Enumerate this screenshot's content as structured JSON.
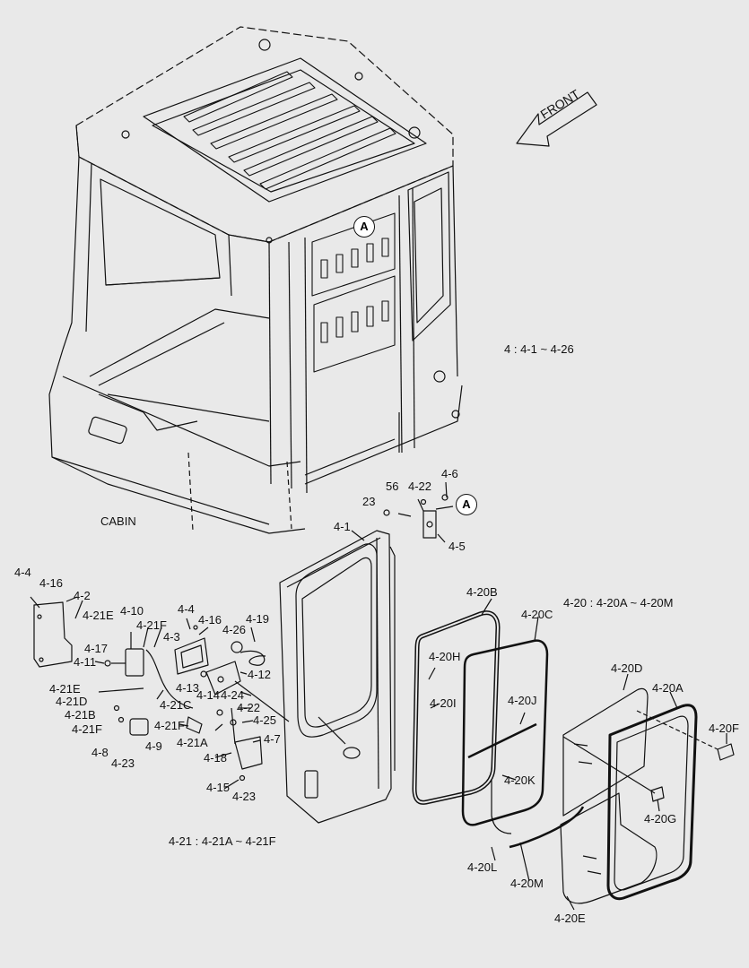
{
  "front_label": "FRONT",
  "cabin_label": "CABIN",
  "ref_a": "A",
  "summaries": {
    "group4": "4 : 4-1 ~ 4-26",
    "group420": "4-20 : 4-20A ~ 4-20M",
    "group421": "4-21 : 4-21A ~ 4-21F"
  },
  "parts": {
    "p4_1": "4-1",
    "p4_2": "4-2",
    "p4_3": "4-3",
    "p4_4a": "4-4",
    "p4_4b": "4-4",
    "p4_5": "4-5",
    "p4_6": "4-6",
    "p4_7": "4-7",
    "p4_8": "4-8",
    "p4_9": "4-9",
    "p4_10": "4-10",
    "p4_11": "4-11",
    "p4_12": "4-12",
    "p4_13": "4-13",
    "p4_14": "4-14",
    "p4_15": "4-15",
    "p4_16a": "4-16",
    "p4_16b": "4-16",
    "p4_17": "4-17",
    "p4_18": "4-18",
    "p4_19": "4-19",
    "p4_20A": "4-20A",
    "p4_20B": "4-20B",
    "p4_20C": "4-20C",
    "p4_20D": "4-20D",
    "p4_20E": "4-20E",
    "p4_20F": "4-20F",
    "p4_20G": "4-20G",
    "p4_20H": "4-20H",
    "p4_20I": "4-20I",
    "p4_20J": "4-20J",
    "p4_20K": "4-20K",
    "p4_20L": "4-20L",
    "p4_20M": "4-20M",
    "p4_21A": "4-21A",
    "p4_21B": "4-21B",
    "p4_21C": "4-21C",
    "p4_21D": "4-21D",
    "p4_21E_a": "4-21E",
    "p4_21E_b": "4-21E",
    "p4_21F_a": "4-21F",
    "p4_21F_b": "4-21F",
    "p4_21F_c": "4-21F",
    "p4_22a": "4-22",
    "p4_22b": "4-22",
    "p4_23a": "4-23",
    "p4_23b": "4-23",
    "p4_24": "4-24",
    "p4_25": "4-25",
    "p4_26": "4-26",
    "p23": "23",
    "p56": "56"
  }
}
